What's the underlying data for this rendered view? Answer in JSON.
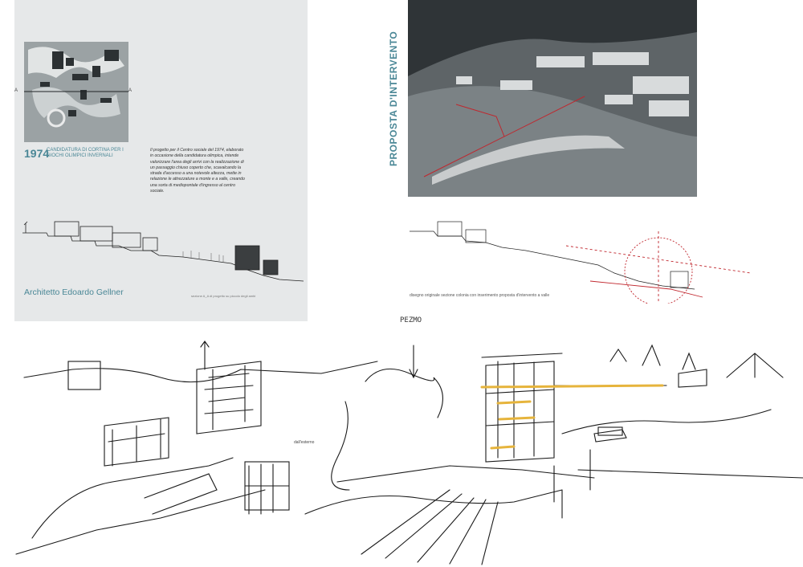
{
  "left_panel": {
    "year": "1974",
    "candidature": "CANDIDATURA DI CORTINA PER I GIOCHI OLIMPICI INVERNALI",
    "description": "Il progetto per il Centro sociale del 1974, elaborato in occasione della candidatura olimpica, intende valorizzare l'area degli arrivi con la realizzazione di un passaggio chiuso coperto che, scavalcando la strada d'accesso a una notevole altezza, mette in relazione le attrezzature a monte e a valle, creando una sorta di mediopontale d'ingresso al centro sociale.",
    "architect": "Architetto Edoardo Gellner",
    "section_caption": "sezione A_A di progetto su piccolo degli ambi",
    "section_markers": [
      "A",
      "A"
    ]
  },
  "right_panel": {
    "vertical_title": "PROPOSTA D'INTERVENTO",
    "caption": "disegno originale sezione colonia con inserimento proposta d'intervento a valle"
  },
  "sketch": {
    "label": "PEZMO",
    "small_note": "dall'esterno"
  },
  "colors": {
    "accent": "#4a8796",
    "panel_bg": "#e6e8e9",
    "red": "#c0262d",
    "yellow": "#e6b43c"
  }
}
